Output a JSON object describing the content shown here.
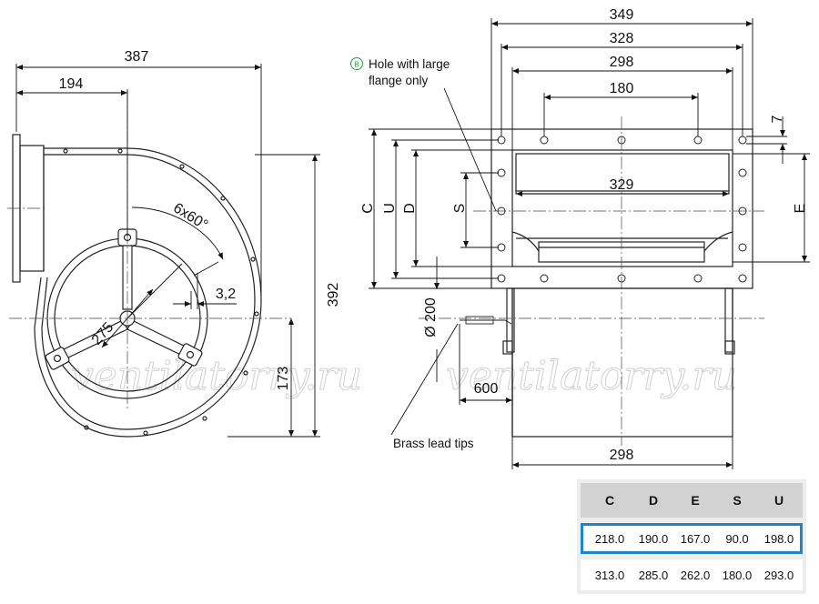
{
  "watermark": "ventilatorry.ru",
  "dimensions": {
    "d387": "387",
    "d194": "194",
    "d392": "392",
    "d173": "173",
    "d275": "275",
    "d3_2": "3,2",
    "holes": "6x60°",
    "d349": "349",
    "d328": "328",
    "d298_top": "298",
    "d180": "180",
    "d7": "7",
    "d329": "329",
    "dC": "C",
    "dU": "U",
    "dD": "D",
    "dS": "S",
    "dE": "E",
    "d200": "Ø 200",
    "d600": "600",
    "d298_bottom": "298"
  },
  "notes": {
    "hole_badge": "B",
    "hole_line1": "Hole with large",
    "hole_line2": "flange only",
    "brass": "Brass lead tips"
  },
  "table": {
    "headers": [
      "C",
      "D",
      "E",
      "S",
      "U"
    ],
    "rows": [
      [
        "218.0",
        "190.0",
        "167.0",
        "90.0",
        "198.0"
      ],
      [
        "313.0",
        "285.0",
        "262.0",
        "180.0",
        "293.0"
      ]
    ],
    "highlight_color": "#1a86c8"
  }
}
